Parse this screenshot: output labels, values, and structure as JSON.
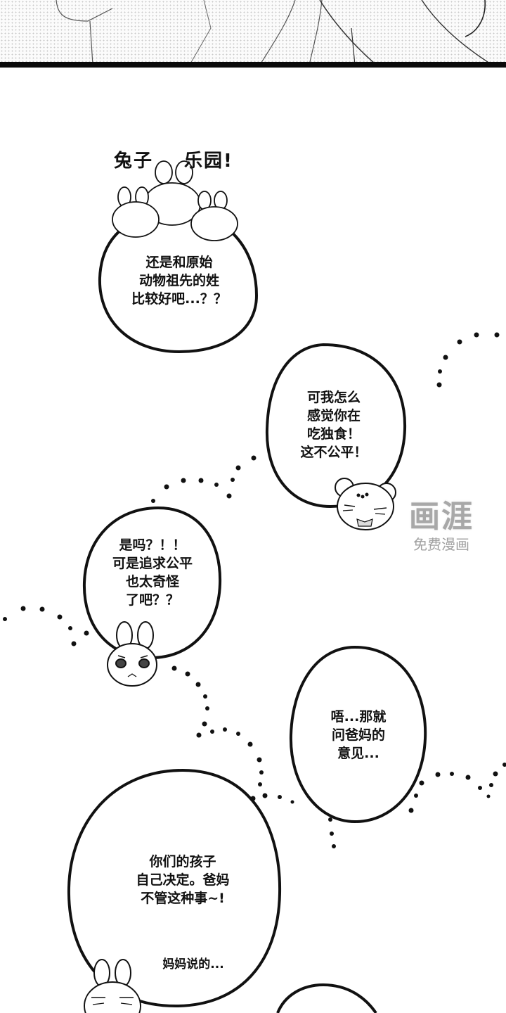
{
  "page": {
    "type": "manga-page",
    "colors": {
      "ink": "#111111",
      "paper": "#ffffff",
      "screentone": "#c9c9c9",
      "watermark": "#a0a0a0"
    }
  },
  "top_panel": {
    "description": "cropped artwork of characters with screentone shading"
  },
  "title_caption": {
    "part1": "兔子",
    "part2": "乐园!"
  },
  "bubbles": [
    {
      "id": "bubble-1",
      "speaker": "rabbit-family",
      "lines": [
        "还是和原始",
        "动物祖先的姓",
        "比较好吧...？？"
      ]
    },
    {
      "id": "bubble-2",
      "speaker": "hamster",
      "lines": [
        "可我怎么",
        "感觉你在",
        "吃独食！",
        "这不公平！"
      ]
    },
    {
      "id": "bubble-3",
      "speaker": "rabbit",
      "lines": [
        "是吗？！！",
        "可是追求公平",
        "也太奇怪",
        "了吧？？"
      ]
    },
    {
      "id": "bubble-4",
      "speaker": "hamster",
      "lines": [
        "唔...那就",
        "问爸妈的",
        "意见..."
      ]
    },
    {
      "id": "bubble-5",
      "speaker": "rabbit",
      "lines": [
        "你们的孩子",
        "自己决定。爸妈",
        "不管这种事~!"
      ]
    }
  ],
  "aside_text": "妈妈说的...",
  "watermark": {
    "logo": "画涯",
    "subtitle": "免费漫画"
  }
}
